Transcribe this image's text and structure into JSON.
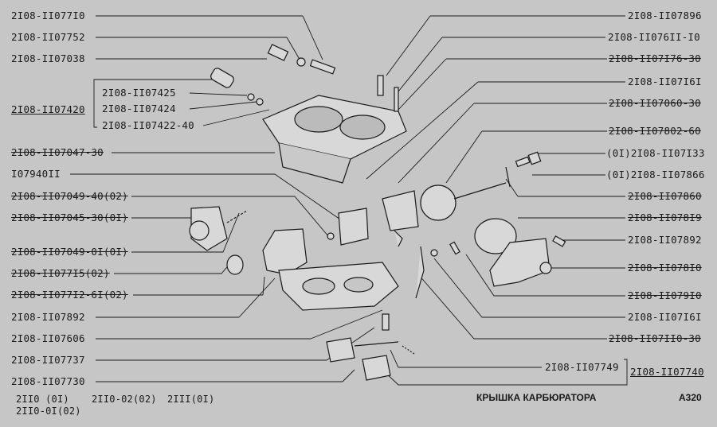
{
  "left_labels": [
    "2I08-II077I0",
    "2I08-II07752",
    "2I08-II07038",
    "2I08-II07420",
    "2I08-II07047-30",
    "I07940II",
    "2I08-II07049-40(02)",
    "2I08-II07045-30(0I)",
    "2I08-II07049-0I(0I)",
    "2I08-II077I5(02)",
    "2I08-II077I2-6I(02)",
    "2I08-II07892",
    "2I08-II07606",
    "2I08-II07737",
    "2I08-II07730"
  ],
  "group_labels": [
    "2I08-II07425",
    "2I08-II07424",
    "2I08-II07422-40"
  ],
  "right_labels": [
    "2I08-II07896",
    "2I08-II076II-I0",
    "2I08-II07I76-30",
    "2I08-II07I6I",
    "2I08-II07060-30",
    "2I08-II07802-60",
    "(0I)2I08-II07I33",
    "(0I)2I08-II07866",
    "2I08-II07860",
    "2I08-II078I9",
    "2I08-II07892",
    "2I08-II078I0",
    "2I08-II079I0",
    "2I08-II07I6I",
    "2I08-II07II0-30"
  ],
  "float_label": "2I08-II07749",
  "group_right_label": "2I08-II07740",
  "models": {
    "m1": "2II0   (0I)",
    "m2": "2II0-02(02)",
    "m3": "2III(0I)",
    "m4": "2II0-0I(02)"
  },
  "title": "КРЫШКА КАРБЮРАТОРА",
  "page_code": "A320"
}
